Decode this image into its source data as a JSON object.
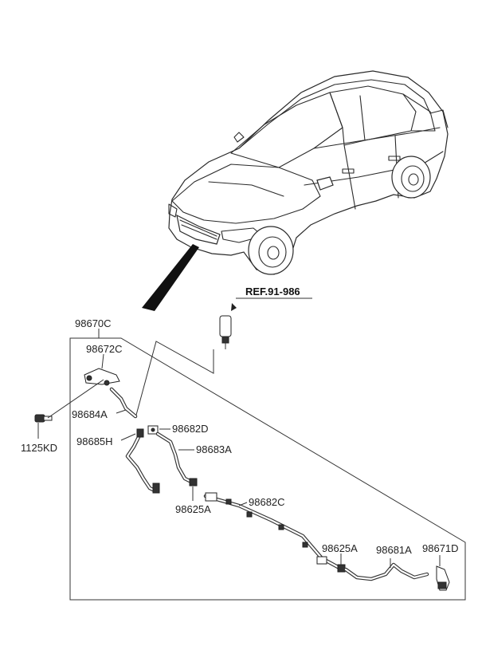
{
  "reference": "REF.91-986",
  "labels": {
    "assembly": "98670C",
    "nozzle_cap": "98672C",
    "bolt": "1125KD",
    "hose_a": "98684A",
    "hose_h": "98685H",
    "connector_d": "98682D",
    "hose_83a": "98683A",
    "clip_left": "98625A",
    "hose_c": "98682C",
    "clip_right": "98625A",
    "hose_81a": "98681A",
    "nozzle_d": "98671D"
  }
}
